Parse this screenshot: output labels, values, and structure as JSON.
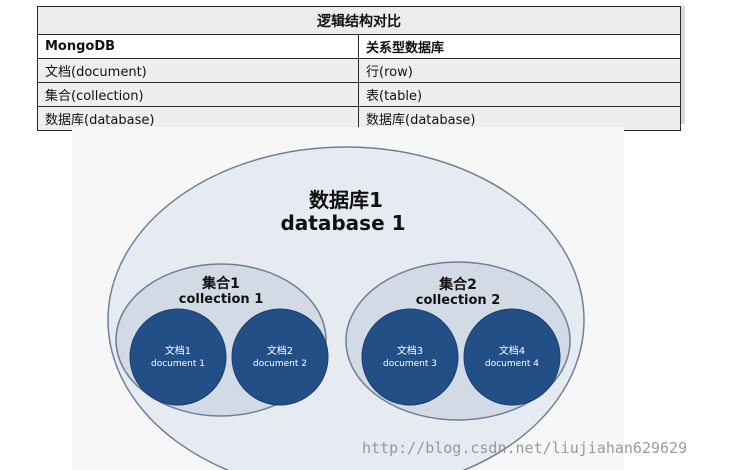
{
  "table": {
    "title": "逻辑结构对比",
    "header": [
      "MongoDB",
      "关系型数据库"
    ],
    "rows": [
      [
        "文档(document)",
        "行(row)"
      ],
      [
        "集合(collection)",
        "表(table)"
      ],
      [
        "数据库(database)",
        "数据库(database)"
      ]
    ]
  },
  "diagram": {
    "database": {
      "name_cn": "数据库1",
      "name_en": "database 1"
    },
    "collections": [
      {
        "name_cn": "集合1",
        "name_en": "collection 1",
        "documents": [
          {
            "name_cn": "文档1",
            "name_en": "document 1"
          },
          {
            "name_cn": "文档2",
            "name_en": "document 2"
          }
        ]
      },
      {
        "name_cn": "集合2",
        "name_en": "collection 2",
        "documents": [
          {
            "name_cn": "文档3",
            "name_en": "document 3"
          },
          {
            "name_cn": "文档4",
            "name_en": "document 4"
          }
        ]
      }
    ]
  },
  "colors": {
    "outer_fill": "#e6eaf1",
    "collection_fill": "#d2dae6",
    "document_fill": "#234f87",
    "ring_stroke": "#6f7f96",
    "document_text": "#ffffff",
    "label_text": "#111111"
  },
  "watermark": "http://blog.csdn.net/liujiahan629629"
}
